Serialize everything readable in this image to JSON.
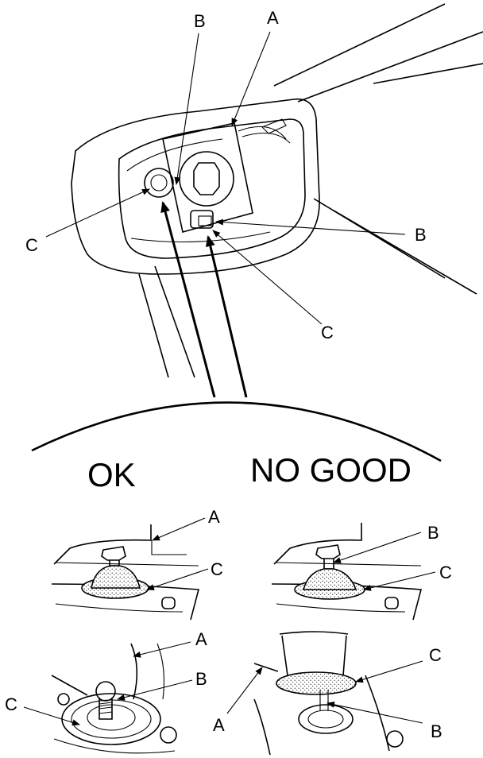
{
  "figure": {
    "ok_heading": "OK",
    "no_good_heading": "NO GOOD"
  },
  "top_view": {
    "labels": {
      "a": "A",
      "b_top": "B",
      "b_right": "B",
      "c_left": "C",
      "c_bottom": "C"
    }
  },
  "ok_detail": {
    "upper": {
      "a": "A",
      "c": "C"
    },
    "lower": {
      "a": "A",
      "b": "B",
      "c": "C"
    }
  },
  "no_good_detail": {
    "upper": {
      "b": "B",
      "c": "C"
    },
    "lower": {
      "a": "A",
      "b": "B",
      "c": "C"
    }
  }
}
